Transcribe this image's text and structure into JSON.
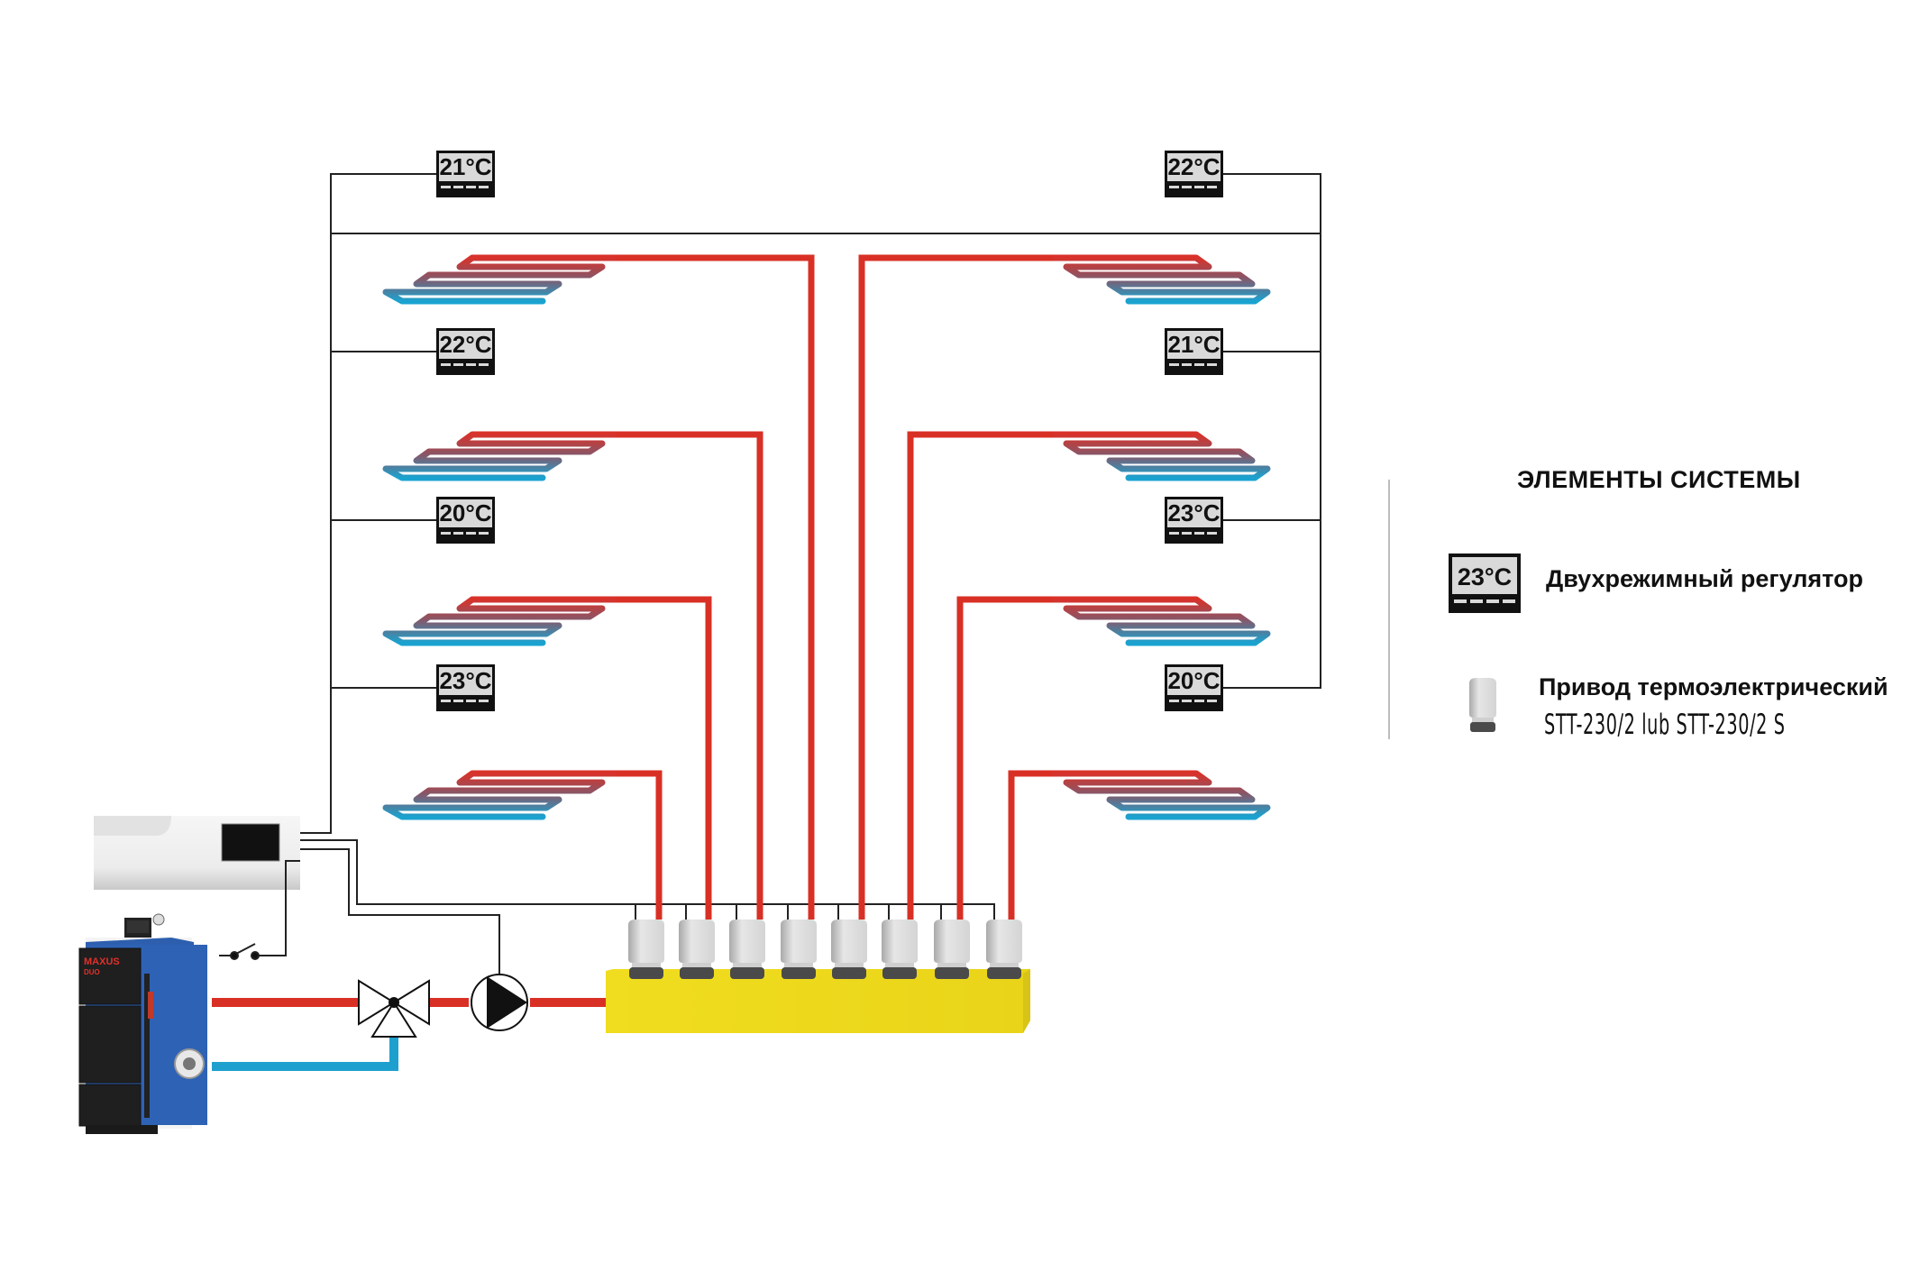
{
  "diagram": {
    "thermostats": {
      "left": [
        "21°C",
        "22°C",
        "20°C",
        "23°C"
      ],
      "right": [
        "22°C",
        "21°C",
        "23°C",
        "20°C"
      ]
    },
    "heating_loops_count": 8,
    "actuators_count": 8,
    "boiler_brand": "MAXUS",
    "boiler_model": "DUO",
    "colors": {
      "supply_pipe": "#d93025",
      "return_pipe": "#1ea0cf",
      "manifold": "#f2dc1a",
      "wire": "#222222"
    }
  },
  "legend": {
    "title": "ЭЛЕМЕНТЫ СИСТЕМЫ",
    "items": [
      {
        "icon": "thermostat-icon",
        "icon_text": "23°C",
        "label": "Двухрежимный регулятор"
      },
      {
        "icon": "actuator-icon",
        "label": "Привод термоэлектрический",
        "sublabel": "STT-230/2 lub STT-230/2 S"
      }
    ]
  }
}
